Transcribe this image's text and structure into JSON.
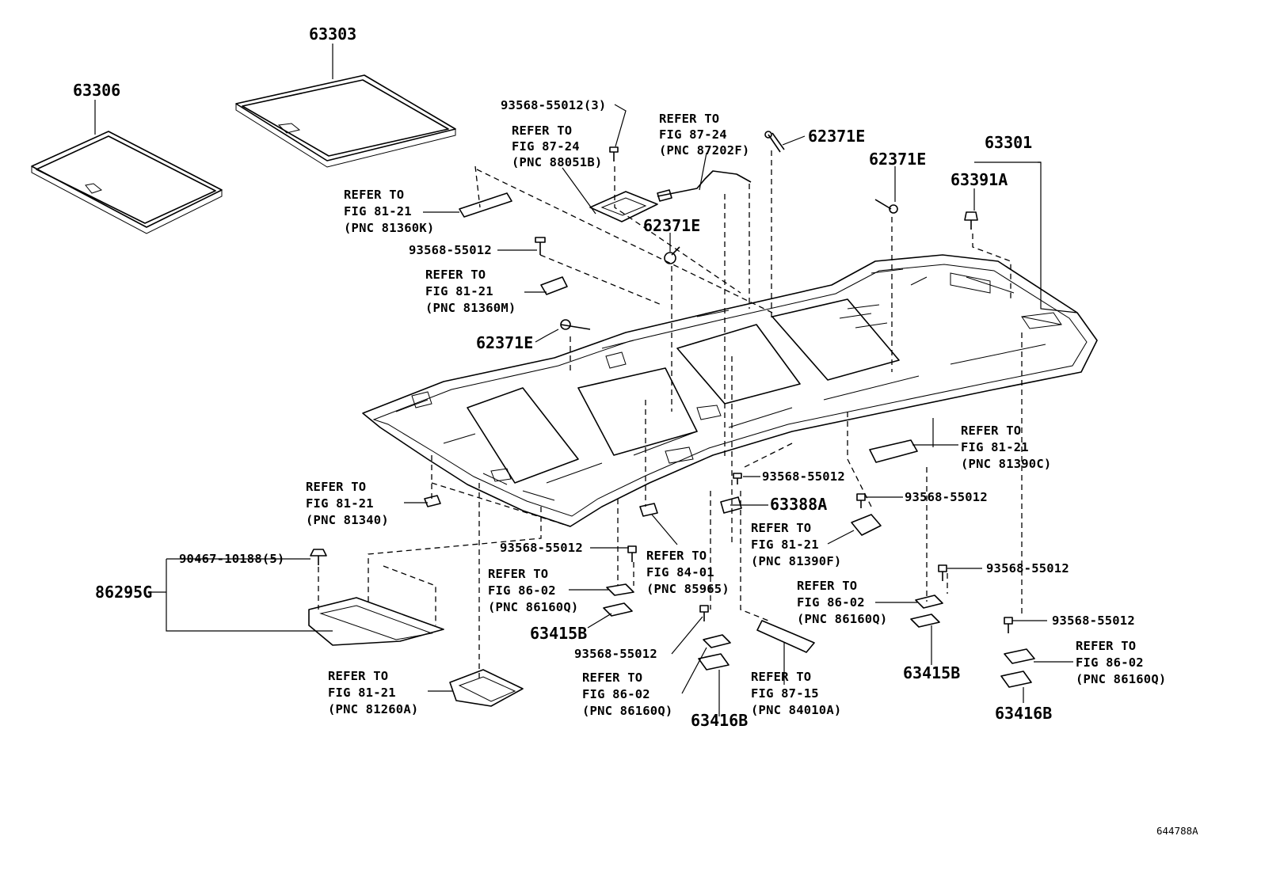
{
  "diagram_id": "644788A",
  "callouts": {
    "p63306": "63306",
    "p63303": "63303",
    "p93568_3": "93568-55012(3)",
    "ref_88051b": [
      "REFER TO",
      "FIG 87-24",
      "(PNC 88051B)"
    ],
    "ref_87202f": [
      "REFER TO",
      "FIG 87-24",
      "(PNC 87202F)"
    ],
    "p62371e_a": "62371E",
    "p62371e_b": "62371E",
    "p62371e_c": "62371E",
    "p62371e_d": "62371E",
    "p63301": "63301",
    "p63391a": "63391A",
    "ref_81360k": [
      "REFER TO",
      "FIG 81-21",
      "(PNC 81360K)"
    ],
    "p93568_a": "93568-55012",
    "ref_81360m": [
      "REFER TO",
      "FIG 81-21",
      "(PNC 81360M)"
    ],
    "ref_81390c": [
      "REFER TO",
      "FIG 81-21",
      "(PNC 81390C)"
    ],
    "p93568_b": "93568-55012",
    "p63388a": "63388A",
    "p93568_c": "93568-55012",
    "ref_81340": [
      "REFER TO",
      "FIG 81-21",
      "(PNC 81340)"
    ],
    "ref_81390f": [
      "REFER TO",
      "FIG 81-21",
      "(PNC 81390F)"
    ],
    "p93568_d": "93568-55012",
    "ref_85965": [
      "REFER TO",
      "FIG 84-01",
      "(PNC 85965)"
    ],
    "p90467": "90467-10188(5)",
    "p86295g": "86295G",
    "ref_86160q_a": [
      "REFER TO",
      "FIG 86-02",
      "(PNC 86160Q)"
    ],
    "p63415b_a": "63415B",
    "p93568_e": "93568-55012",
    "ref_86160q_b": [
      "REFER TO",
      "FIG 86-02",
      "(PNC 86160Q)"
    ],
    "p93568_f": "93568-55012",
    "ref_86160q_c": [
      "REFER TO",
      "FIG 86-02",
      "(PNC 86160Q)"
    ],
    "p63415b_b": "63415B",
    "p93568_g": "93568-55012",
    "ref_86160q_d": [
      "REFER TO",
      "FIG 86-02",
      "(PNC 86160Q)"
    ],
    "ref_81260a": [
      "REFER TO",
      "FIG 81-21",
      "(PNC 81260A)"
    ],
    "p63416b_a": "63416B",
    "ref_84010a": [
      "REFER TO",
      "FIG 87-15",
      "(PNC 84010A)"
    ],
    "p63416b_b": "63416B"
  }
}
